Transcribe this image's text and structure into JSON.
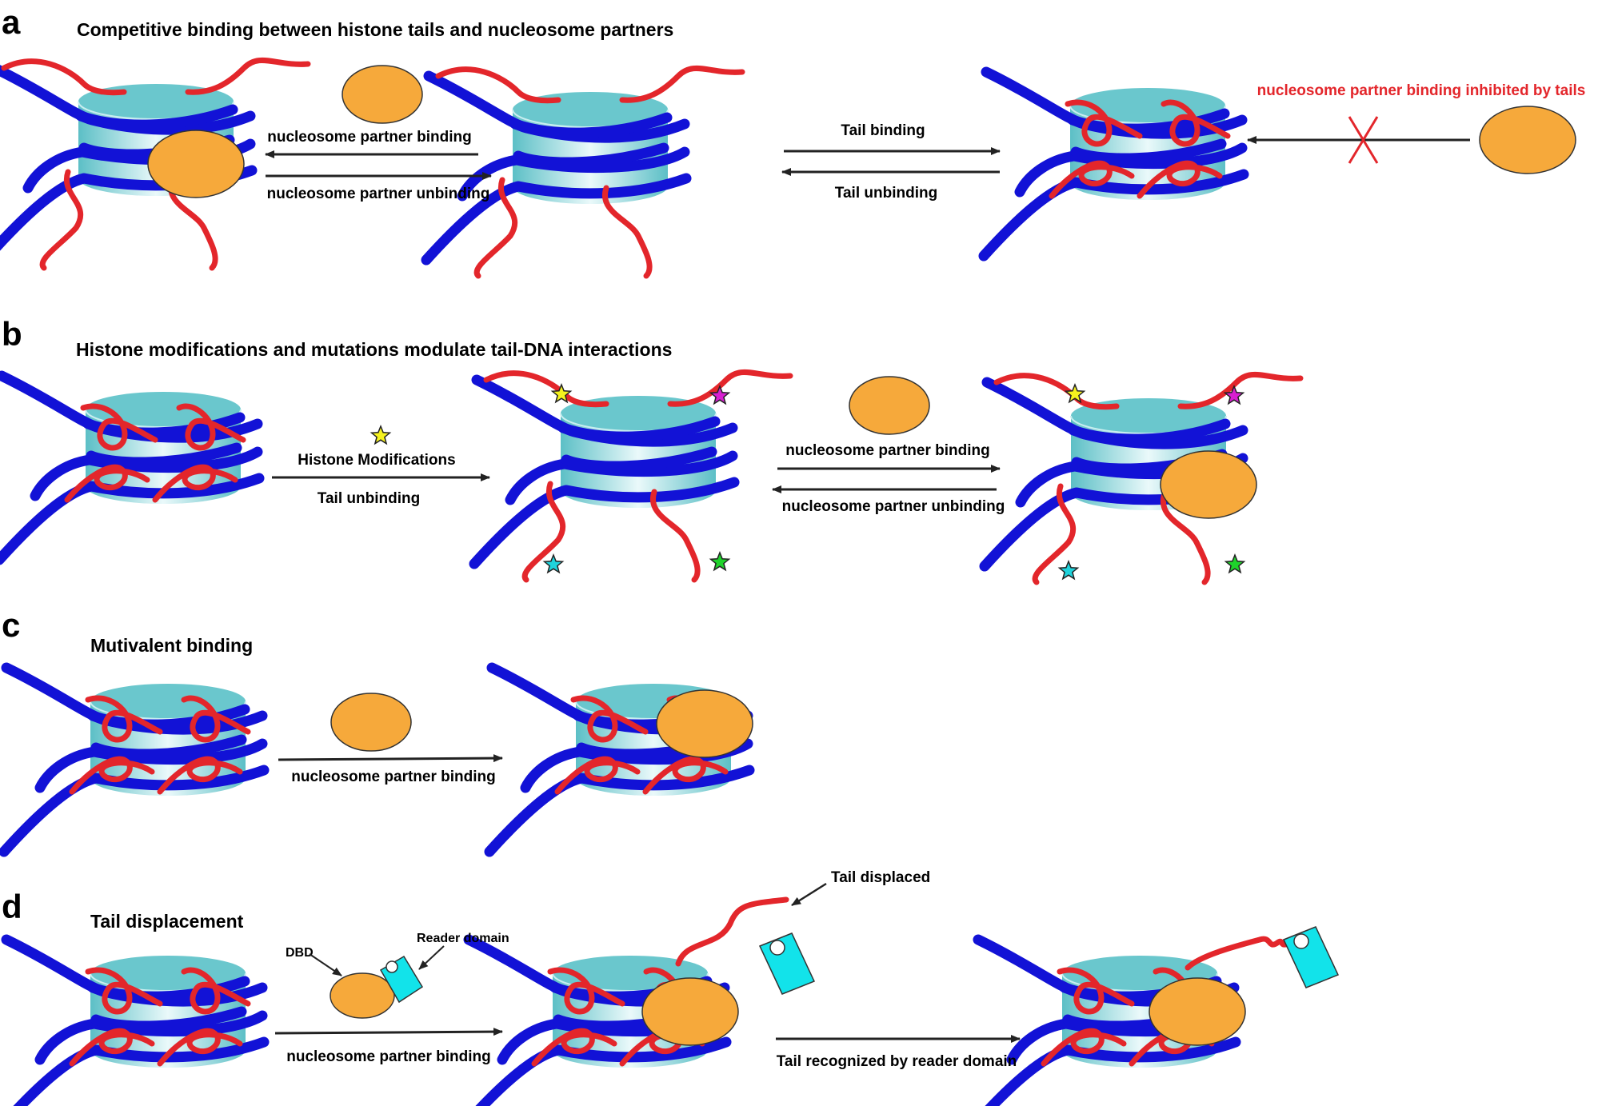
{
  "colors": {
    "dna": "#1212d6",
    "tail": "#e3262b",
    "core_top": "#6ac7cd",
    "core_side": "#88d3d8",
    "partner": "#f6a93b",
    "reader": "#12e3ea",
    "arrow": "#222222",
    "star_yellow": "#f5f21e",
    "star_magenta": "#d81fd1",
    "star_cyan": "#1fd3dc",
    "star_green": "#1fd32b"
  },
  "panels": {
    "a": {
      "letter": "a",
      "title": "Competitive binding between histone tails and nucleosome partners",
      "partner_binding": "nucleosome partner binding",
      "partner_unbinding": "nucleosome partner unbinding",
      "tail_binding": "Tail binding",
      "tail_unbinding": "Tail unbinding",
      "inhibited": "nucleosome partner binding inhibited by tails"
    },
    "b": {
      "letter": "b",
      "title": "Histone modifications and mutations modulate tail-DNA interactions",
      "histone_modifications": "Histone Modifications",
      "tail_unbinding": "Tail unbinding",
      "partner_binding": "nucleosome partner  binding",
      "partner_unbinding": "nucleosome partner unbinding"
    },
    "c": {
      "letter": "c",
      "title": "Mutivalent binding",
      "partner_binding": "nucleosome partner  binding"
    },
    "d": {
      "letter": "d",
      "title": "Tail displacement",
      "dbd": "DBD",
      "reader_domain": "Reader domain",
      "partner_binding": "nucleosome partner  binding",
      "tail_displaced": "Tail displaced",
      "tail_recognized": "Tail recognized by reader domain"
    }
  }
}
